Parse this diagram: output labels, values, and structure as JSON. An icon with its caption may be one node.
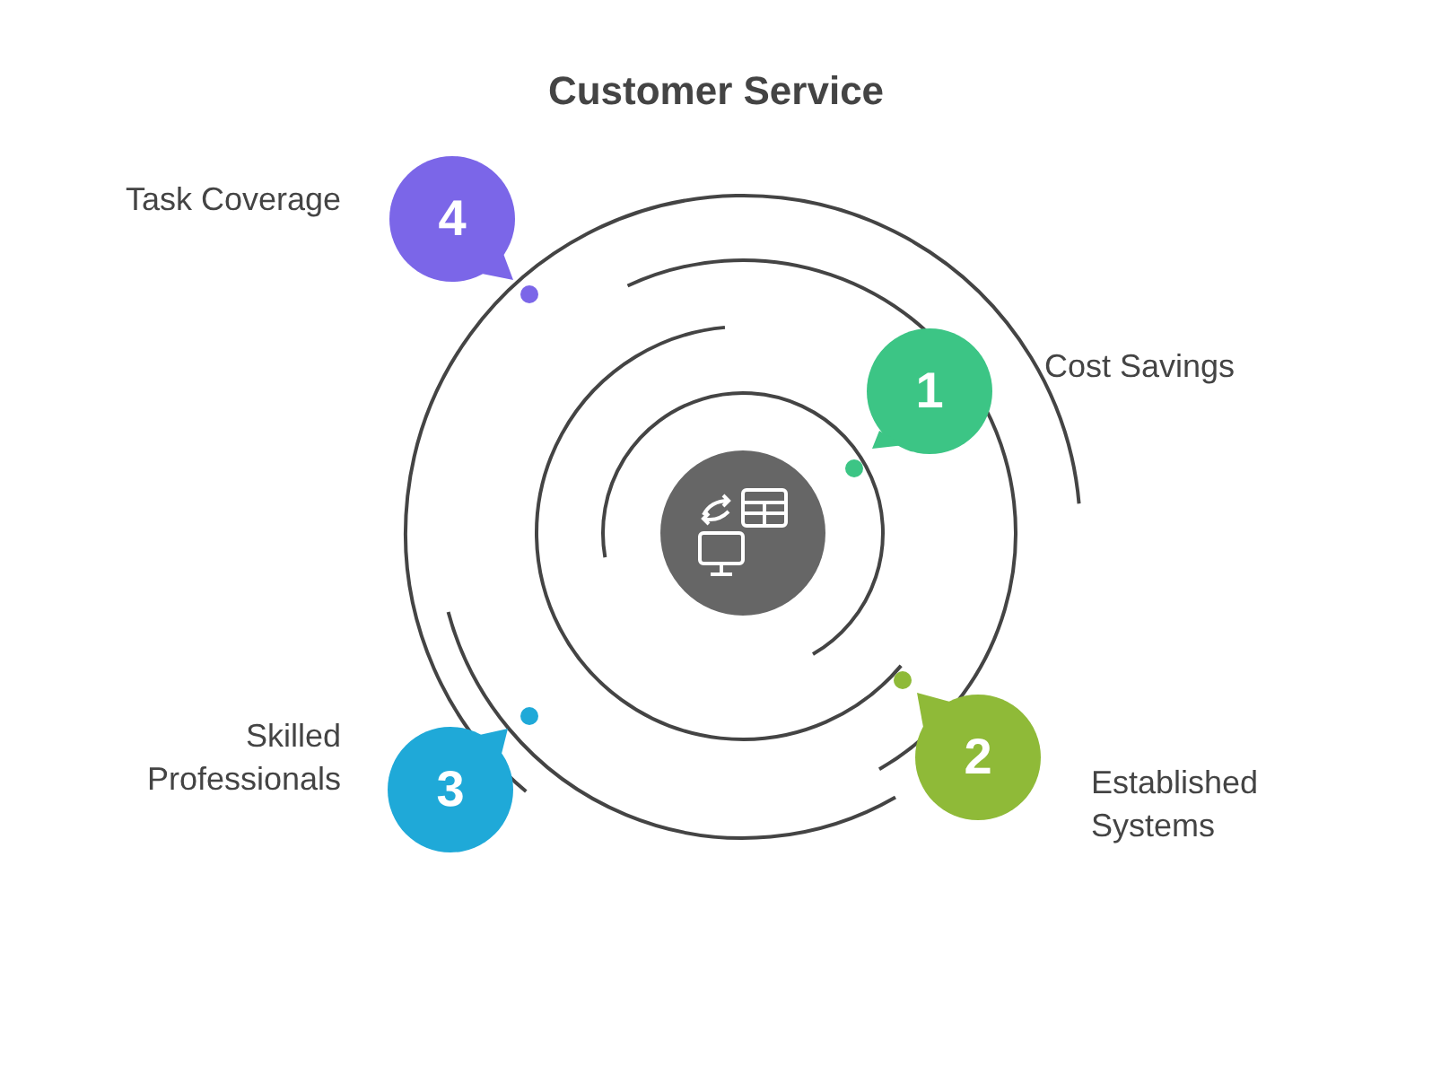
{
  "diagram": {
    "title": "Customer Service",
    "nodes": [
      {
        "text": [],
        "shape": "circle"
      },
      {
        "text": [
          "1"
        ],
        "beside": [
          "Cost Savings"
        ]
      },
      {
        "text": [
          "2"
        ],
        "beside": [
          "Established Systems"
        ]
      },
      {
        "text": [
          "3"
        ],
        "beside": [
          "Skilled Professionals"
        ]
      },
      {
        "text": [
          "4"
        ],
        "beside": [
          "Task Coverage"
        ]
      }
    ]
  }
}
